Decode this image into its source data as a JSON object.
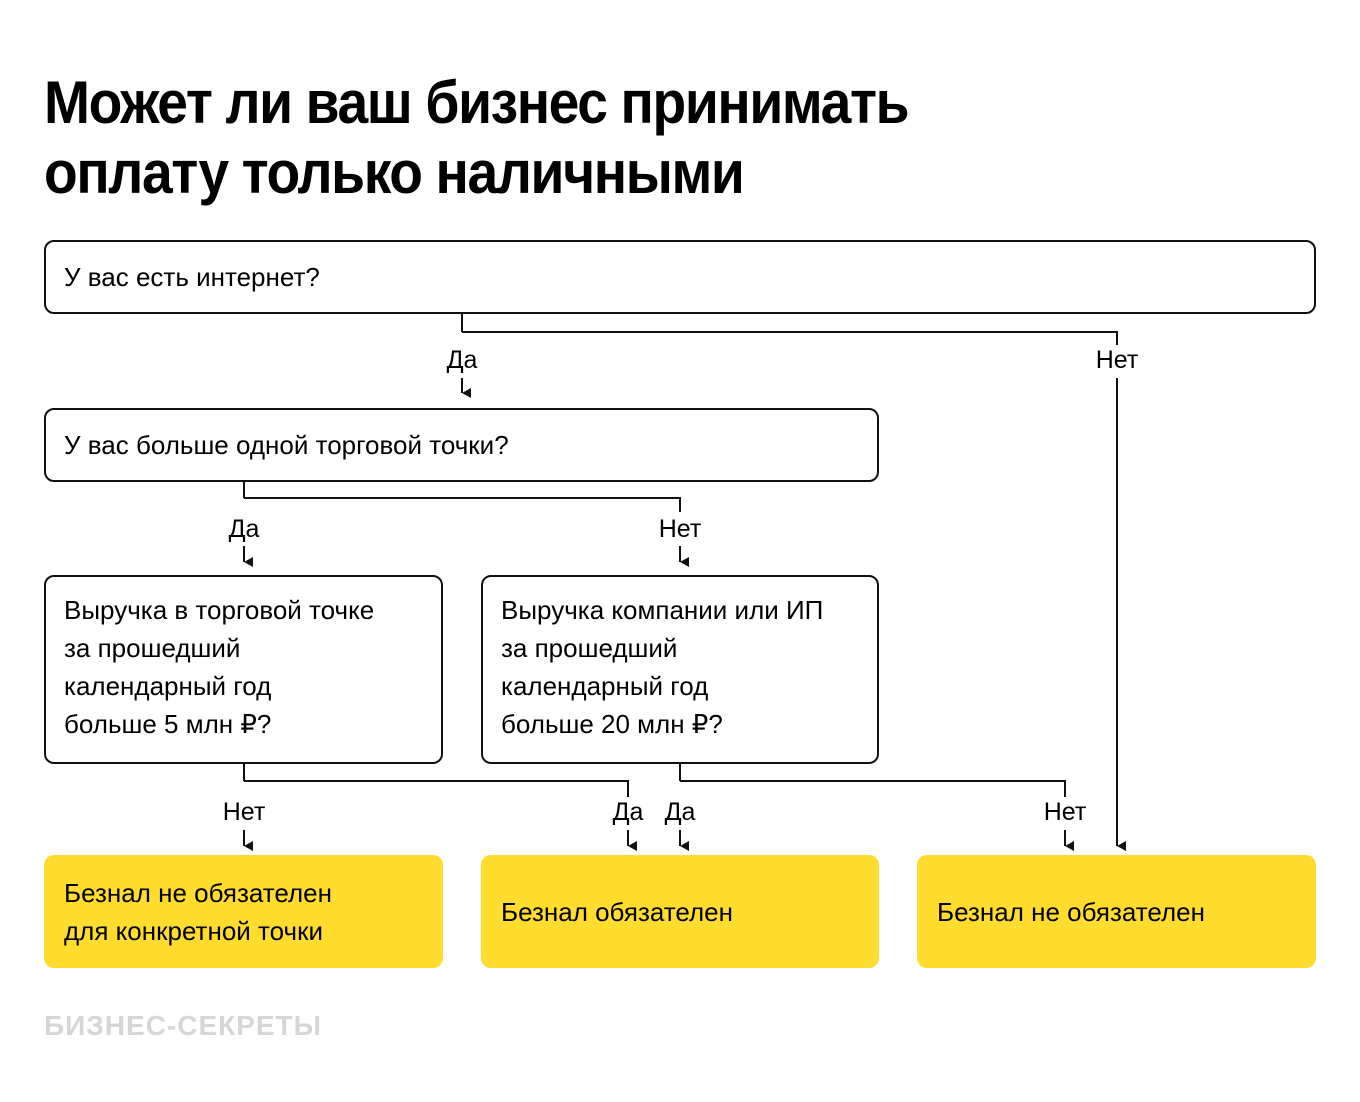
{
  "title": {
    "line1": "Может ли ваш бизнес принимать",
    "line2": "оплату только наличными"
  },
  "questions": {
    "internet": "У вас есть интернет?",
    "multiple_points": "У вас больше одной торговой точки?",
    "point_revenue": [
      "Выручка в торговой точке",
      "за прошедший",
      "календарный год",
      "больше 5 млн ₽?"
    ],
    "company_revenue": [
      "Выручка компании или ИП",
      "за прошедший",
      "календарный год",
      "больше 20 млн ₽?"
    ]
  },
  "branch_labels": {
    "internet_yes": "Да",
    "internet_no": "Нет",
    "points_yes": "Да",
    "points_no": "Нет",
    "point_rev_no": "Нет",
    "point_rev_yes": "Да",
    "company_rev_yes": "Да",
    "company_rev_no": "Нет"
  },
  "results": {
    "not_required_point": [
      "Безнал не обязателен",
      "для конкретной точки"
    ],
    "required": "Безнал обязателен",
    "not_required": "Безнал не обязателен"
  },
  "colors": {
    "result_fill": "#FFDC2E",
    "border": "#111111",
    "brand_text": "#D6D6D6"
  },
  "brand": "БИЗНЕС-СЕКРЕТЫ"
}
